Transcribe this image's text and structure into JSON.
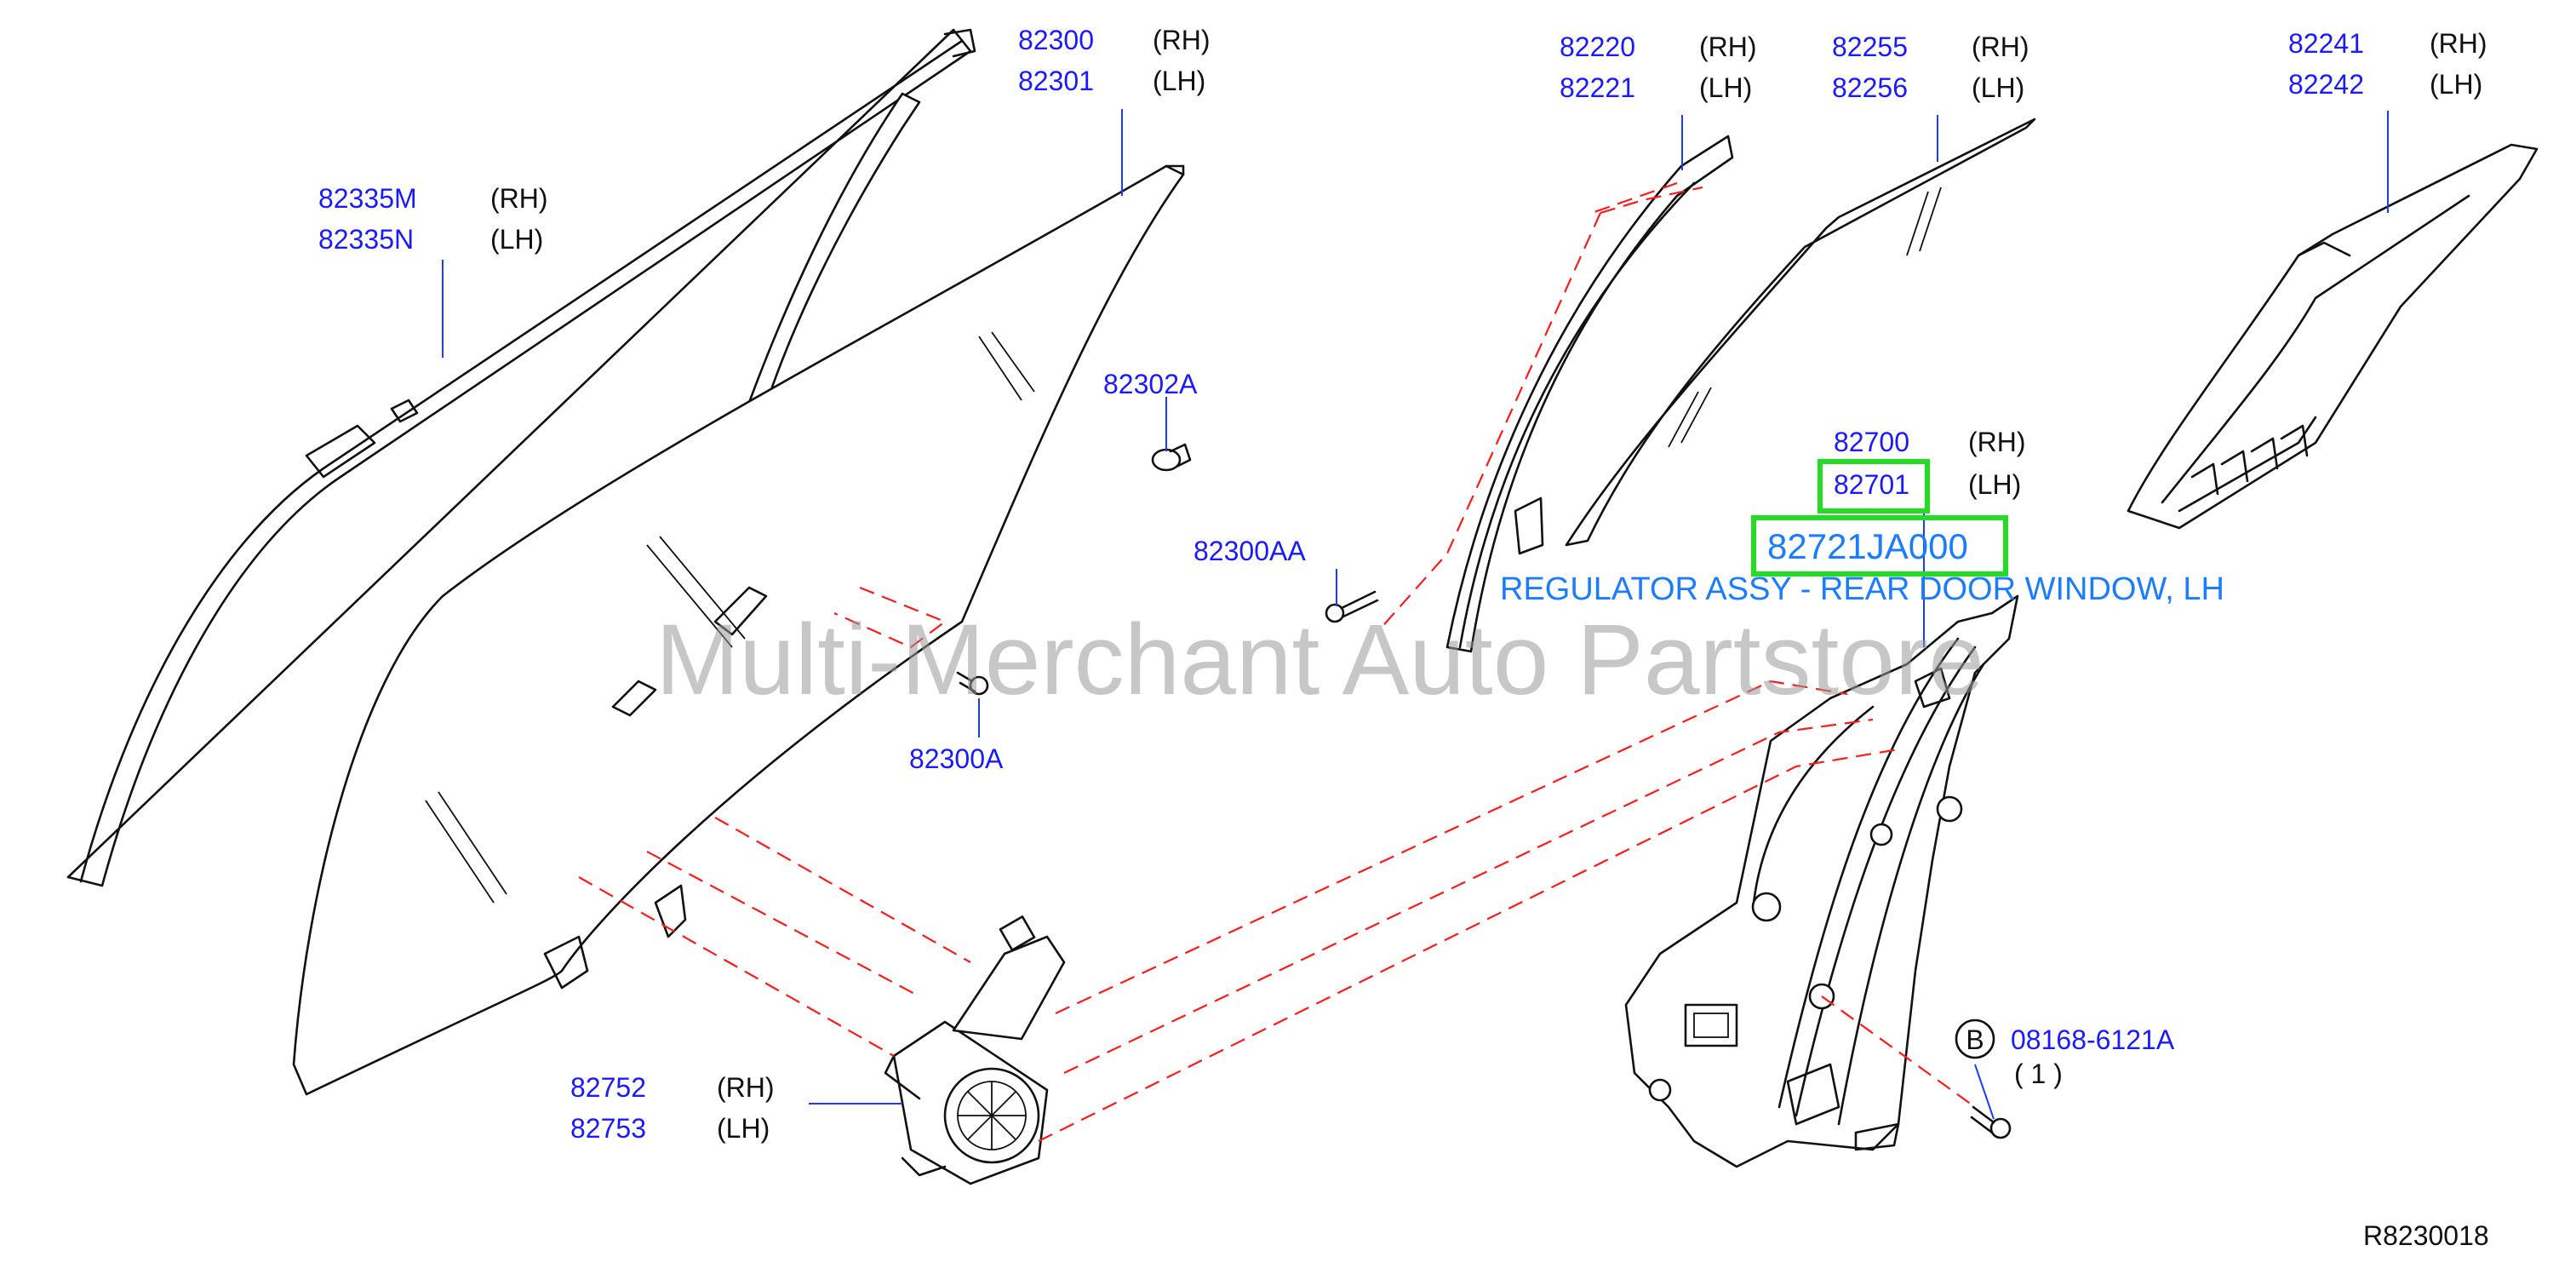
{
  "watermark": "Multi-Merchant Auto Partstore",
  "diagram_ref": "R8230018",
  "callouts": {
    "sash_front": {
      "rh": "82335M",
      "lh": "82335N",
      "rh_tag": "(RH)",
      "lh_tag": "(LH)"
    },
    "glass_front": {
      "rh": "82300",
      "lh": "82301",
      "rh_tag": "(RH)",
      "lh_tag": "(LH)"
    },
    "clip_1": {
      "pn": "82302A"
    },
    "bolt_aa": {
      "pn": "82300AA"
    },
    "bolt_a": {
      "pn": "82300A"
    },
    "channel": {
      "rh": "82220",
      "lh": "82221",
      "rh_tag": "(RH)",
      "lh_tag": "(LH)"
    },
    "glass_partition": {
      "rh": "82255",
      "lh": "82256",
      "rh_tag": "(RH)",
      "lh_tag": "(LH)"
    },
    "seal_rear": {
      "rh": "82241",
      "lh": "82242",
      "rh_tag": "(RH)",
      "lh_tag": "(LH)"
    },
    "regulator": {
      "rh": "82700",
      "lh": "82701",
      "rh_tag": "(RH)",
      "lh_tag": "(LH)"
    },
    "highlight": {
      "pn": "82721JA000",
      "description": "REGULATOR ASSY - REAR DOOR WINDOW, LH"
    },
    "motor": {
      "rh": "82752",
      "lh": "82753",
      "rh_tag": "(RH)",
      "lh_tag": "(LH)"
    },
    "bolt_b": {
      "badge": "B",
      "pn": "08168-6121A",
      "qty": "( 1 )"
    }
  },
  "colors": {
    "part_number": "#1a1aff",
    "description": "#1a7cff",
    "highlight_box": "#22dd22",
    "assembly_dash": "#ff1a1a",
    "linework": "#111111"
  }
}
